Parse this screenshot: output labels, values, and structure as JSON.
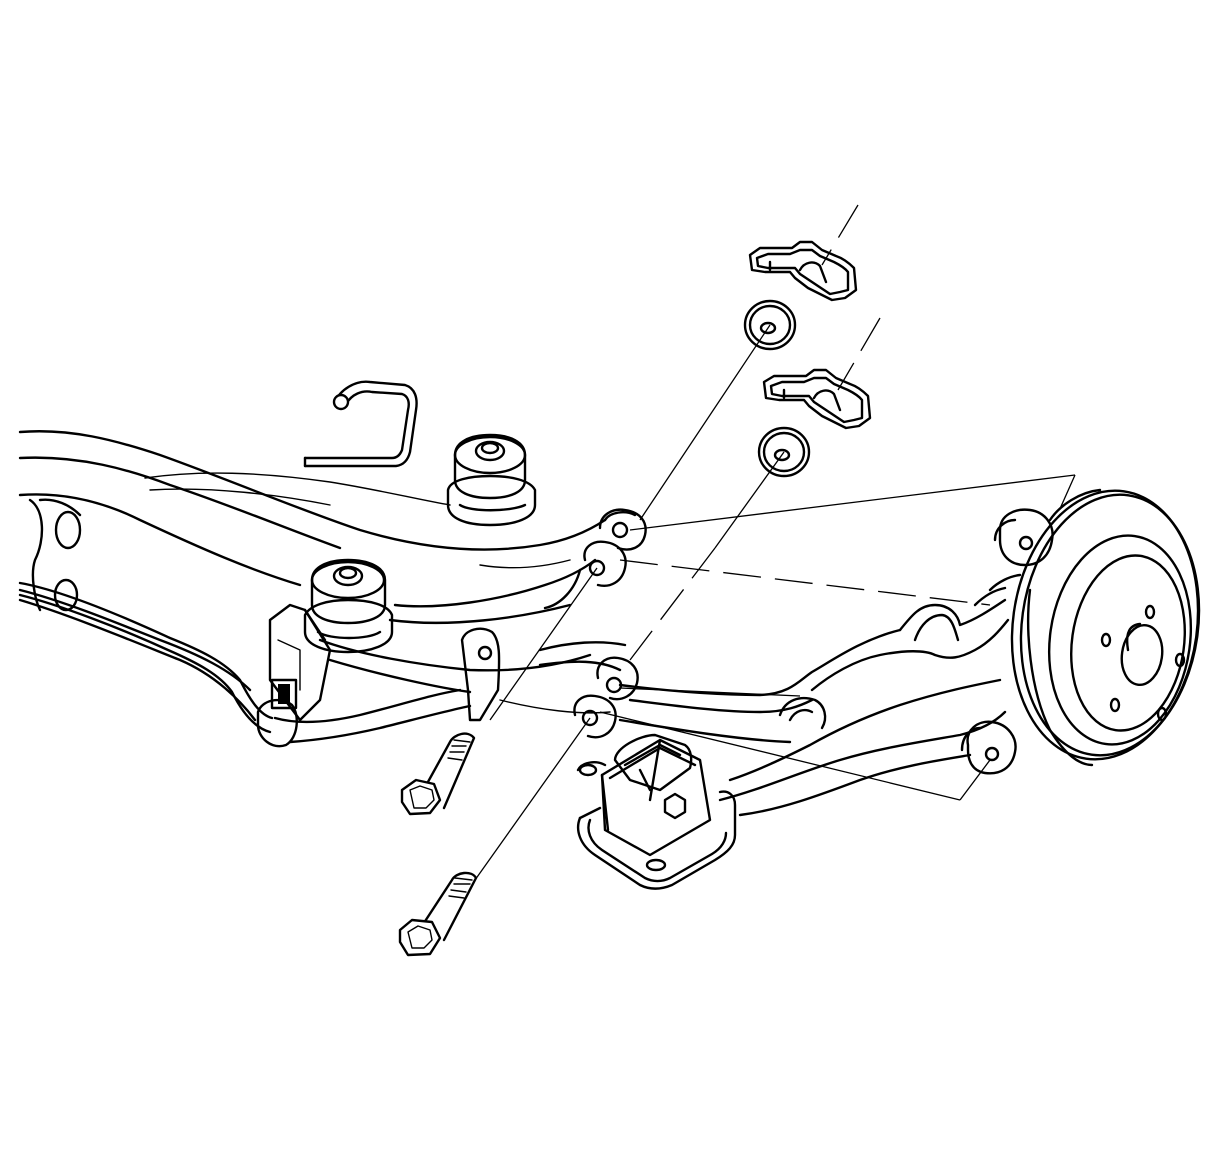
{
  "diagram": {
    "style": "line-art",
    "stroke_color": "#000000",
    "background_color": "#ffffff",
    "components": [
      "rear-crossmember",
      "stabilizer-bar",
      "upper-bushing-left",
      "upper-bushing-right",
      "trailing-arm",
      "brake-drum",
      "mount-bracket",
      "retainer-clip-upper",
      "retainer-clip-lower",
      "washer-upper",
      "washer-lower",
      "bolt-upper",
      "bolt-lower"
    ],
    "labels": []
  }
}
